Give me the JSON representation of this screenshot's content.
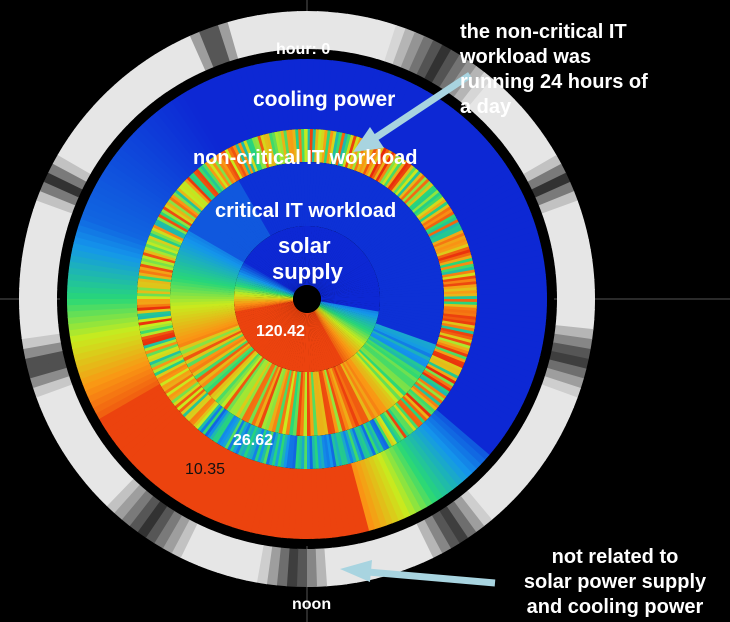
{
  "labels": {
    "hour_top": "hour: 0",
    "hour_bottom": "noon",
    "cooling": "cooling power",
    "noncritical": "non-critical IT workload",
    "critical": "critical IT workload",
    "solar_line1": "solar",
    "solar_line2": "supply",
    "value_solar": "120.42",
    "value_critical": "26.62",
    "value_cooling": "10.35"
  },
  "annotations": {
    "top_right": [
      "the non-critical IT",
      "workload  was",
      "running  24 hours of",
      "a day"
    ],
    "bottom_right": [
      "not related to",
      "solar power supply",
      "and cooling power"
    ]
  },
  "colors": {
    "background": "#000000",
    "low_value": "#0b2bd6",
    "high_value": "#e82a0c",
    "arrow": "#a8d4e0",
    "ring_separator": "#000000",
    "gray_ring_light": "#e6e6e6",
    "gray_ring_dark": "#4a4a4a"
  }
}
